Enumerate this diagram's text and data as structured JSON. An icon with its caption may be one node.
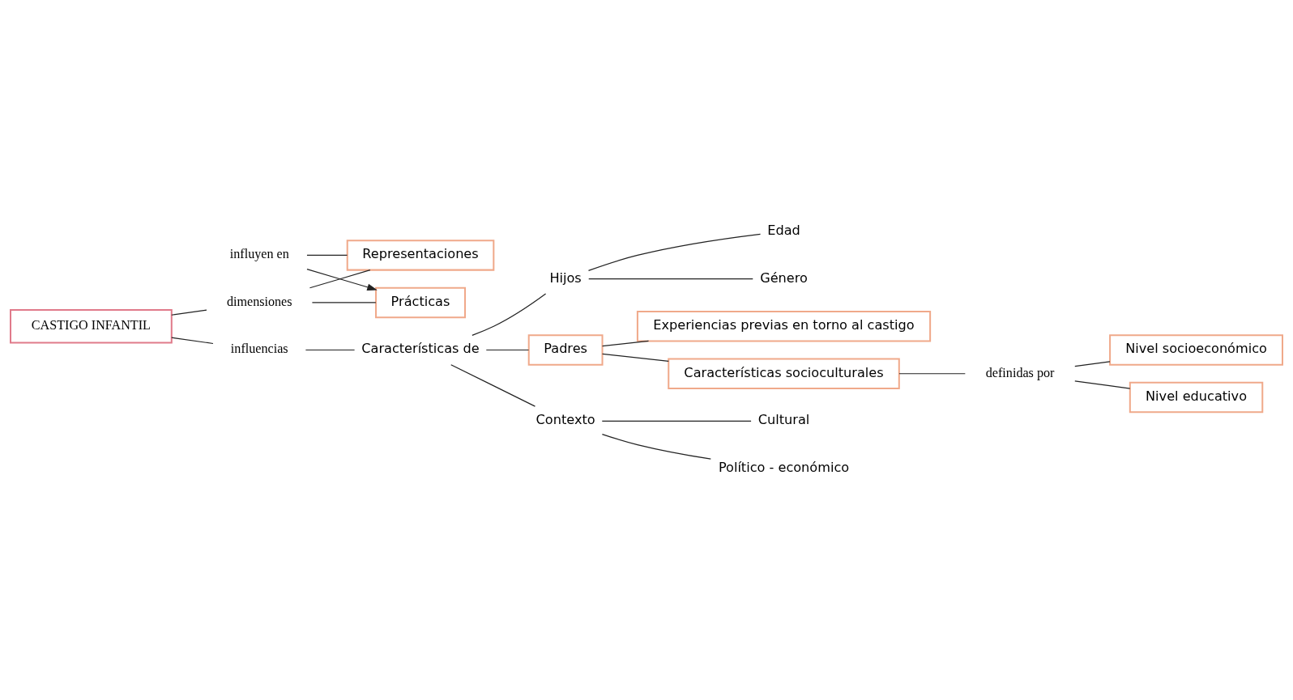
{
  "diagram": {
    "nodes": [
      {
        "text": [
          "dimensiones"
        ]
      },
      {
        "text": [
          "Prácticas"
        ]
      },
      {
        "text": [
          "Representaciones"
        ]
      },
      {
        "text": [
          "influyen en"
        ]
      },
      {
        "text": [
          "CASTIGO INFANTIL"
        ]
      },
      {
        "text": [
          "influencias"
        ]
      },
      {
        "text": [
          "Características de"
        ]
      },
      {
        "text": [
          "Hijos"
        ]
      },
      {
        "text": [
          "Edad"
        ]
      },
      {
        "text": [
          "Género"
        ]
      },
      {
        "text": [
          "Padres"
        ]
      },
      {
        "text": [
          "Experiencias previas en torno al castigo"
        ]
      },
      {
        "text": [
          "Características socioculturales"
        ]
      },
      {
        "text": [
          "Contexto"
        ]
      },
      {
        "text": [
          "Cultural"
        ]
      },
      {
        "text": [
          "Político - económico"
        ]
      },
      {
        "text": [
          "definidas por"
        ]
      },
      {
        "text": [
          "Nivel socioeconómico"
        ]
      },
      {
        "text": [
          "Nivel educativo"
        ]
      }
    ],
    "edges": [
      {
        "from": 0,
        "to": 1,
        "arrow": "none"
      },
      {
        "from": 0,
        "to": 2,
        "arrow": "none"
      },
      {
        "from": 3,
        "to": 1,
        "arrow": "to"
      },
      {
        "from": 3,
        "to": 2,
        "arrow": "none"
      },
      {
        "from": 4,
        "to": 0,
        "arrow": "none"
      },
      {
        "from": 4,
        "to": 5,
        "arrow": "none"
      },
      {
        "from": 5,
        "to": 6,
        "arrow": "none"
      },
      {
        "from": 6,
        "to": 7,
        "arrow": "none"
      },
      {
        "from": 6,
        "to": 10,
        "arrow": "none"
      },
      {
        "from": 6,
        "to": 13,
        "arrow": "none"
      },
      {
        "from": 7,
        "to": 8,
        "arrow": "none"
      },
      {
        "from": 7,
        "to": 9,
        "arrow": "none"
      },
      {
        "from": 10,
        "to": 11,
        "arrow": "none"
      },
      {
        "from": 10,
        "to": 12,
        "arrow": "none"
      },
      {
        "from": 13,
        "to": 14,
        "arrow": "none"
      },
      {
        "from": 13,
        "to": 15,
        "arrow": "none"
      },
      {
        "from": 12,
        "to": 16,
        "arrow": "none"
      },
      {
        "from": 16,
        "to": 17,
        "arrow": "none"
      },
      {
        "from": 16,
        "to": 18,
        "arrow": "none"
      }
    ]
  }
}
